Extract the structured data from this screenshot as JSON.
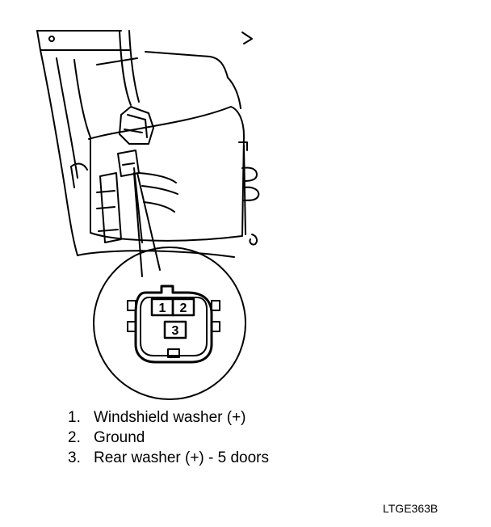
{
  "connector": {
    "pins": [
      {
        "number": "1"
      },
      {
        "number": "2"
      },
      {
        "number": "3"
      }
    ]
  },
  "legend": [
    {
      "num": "1.",
      "text": "Windshield washer (+)"
    },
    {
      "num": "2.",
      "text": "Ground"
    },
    {
      "num": "3.",
      "text": "Rear washer (+) - 5 doors"
    }
  ],
  "figure_id": "LTGE363B",
  "colors": {
    "line": "#000000",
    "background": "#ffffff"
  }
}
